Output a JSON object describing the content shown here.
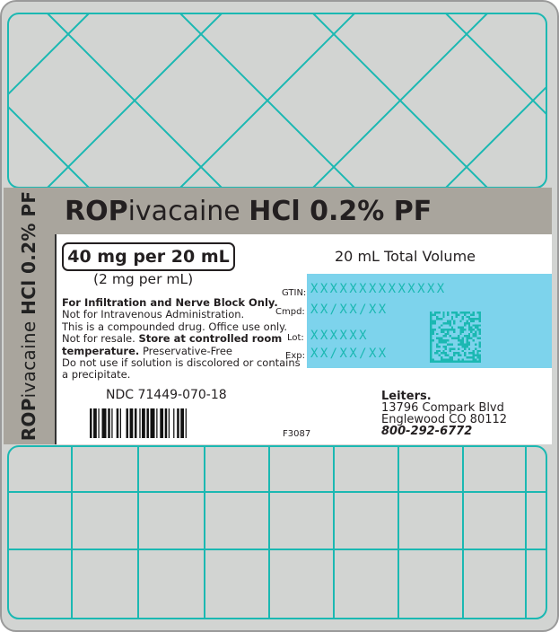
{
  "colors": {
    "teal": "#1bb8b2",
    "label_gray": "#d2d4d2",
    "band_gray": "#a9a59d",
    "field_blue": "#7dd3ec"
  },
  "side_label": {
    "drug": "ROP",
    "drug_rest": "ivacaine",
    "salt": "HCl",
    "strength": "0.2%",
    "suffix": "PF"
  },
  "title": {
    "drug": "ROP",
    "drug_rest": "ivacaine",
    "salt_strength": "HCl 0.2% PF"
  },
  "strength_box": "40 mg per 20 mL",
  "concentration": "(2 mg per mL)",
  "instructions": {
    "line1_bold": "For Infiltration and Nerve Block Only.",
    "line2": "Not for Intravenous Administration.",
    "line3": "This is a compounded drug. Office use only.",
    "line4": "Not for resale.",
    "line4_bold": "Store at controlled room temperature.",
    "line5": "Preservative-Free",
    "line6": "Do not use if solution is discolored or contains a precipitate."
  },
  "ndc": "NDC 71449-070-18",
  "total_volume": "20 mL Total Volume",
  "fields": {
    "gtin_label": "GTIN:",
    "gtin_value": "XXXXXXXXXXXXXX",
    "cmpd_label": "Cmpd:",
    "cmpd_value": "XX/XX/XX",
    "lot_label": "Lot:",
    "lot_value": "XXXXXX",
    "exp_label": "Exp:",
    "exp_value": "XX/XX/XX"
  },
  "label_code": "F3087",
  "company": {
    "name": "Leiters.",
    "street": "13796 Compark Blvd",
    "city": "Englewood CO 80112",
    "phone": "800-292-6772"
  }
}
